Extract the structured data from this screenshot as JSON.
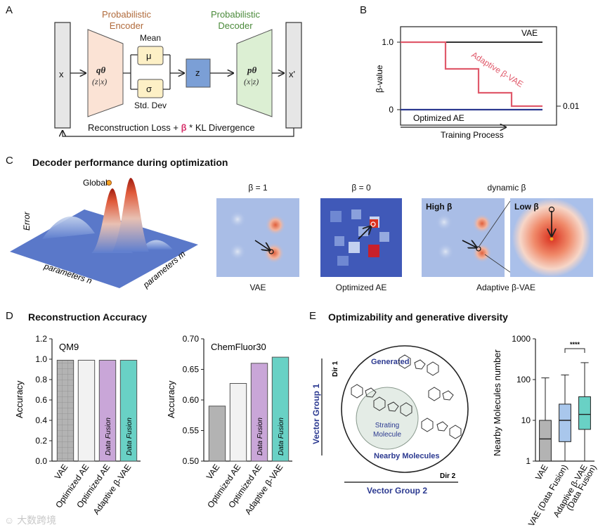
{
  "panels": {
    "a": "A",
    "b": "B",
    "c": "C",
    "d": "D",
    "e": "E"
  },
  "panel_a": {
    "encoder_title": "Probabilistic\nEncoder",
    "decoder_title": "Probabilistic\nDecoder",
    "input": "x",
    "output": "x'",
    "encoder_label": "qθ",
    "encoder_sub": "(z|x)",
    "decoder_label": "pθ",
    "decoder_sub": "(x|z)",
    "mean_label": "Mean",
    "mu": "μ",
    "sigma": "σ",
    "std_label": "Std. Dev",
    "z": "z",
    "loss_text_1": "Reconstruction Loss + ",
    "loss_beta": "β",
    "loss_text_2": " * KL Divergence",
    "colors": {
      "encoder": "#fbe3d5",
      "decoder": "#dcefd3",
      "latent": "#7b9fd6",
      "mu_sigma": "#fdf0c6",
      "beta": "#d6336c"
    }
  },
  "panel_b": {
    "ylabel": "β-value",
    "xlabel": "Training Process",
    "ytick_1": "1.0",
    "ytick_0": "0",
    "right_tick": "0.01",
    "vae": "VAE",
    "adaptive": "Adaptive β-VAE",
    "optimized": "Optimized AE",
    "colors": {
      "vae": "#333333",
      "adaptive": "#e05a6b",
      "optimized": "#2b3990"
    }
  },
  "panel_c": {
    "title": "Decoder performance during optimization",
    "global": "Global",
    "error": "Error",
    "param_n": "parameters n",
    "param_m": "parameters m",
    "beta1": "β = 1",
    "beta0": "β = 0",
    "dynamic": "dynamic β",
    "high_beta": "High β",
    "low_beta": "Low β",
    "vae_lab": "VAE",
    "opt_lab": "Optimized AE",
    "adapt_lab": "Adaptive β-VAE"
  },
  "panel_d": {
    "title": "Reconstruction Accuracy",
    "ylabel": "Accuracy",
    "data_fusion": "Data Fusion",
    "chart_data": [
      {
        "type": "bar",
        "title": "QM9",
        "categories": [
          "VAE",
          "Optimized AE",
          "Optimized AE",
          "Adaptive β-VAE"
        ],
        "values": [
          0.99,
          0.99,
          0.99,
          0.99
        ],
        "ylabel": "Accuracy",
        "ylim": [
          0,
          1.2
        ],
        "yticks": [
          "0.0",
          "0.2",
          "0.4",
          "0.6",
          "0.8",
          "1.0",
          "1.2"
        ],
        "colors": [
          "#b3b3b3",
          "#f2f2f2",
          "#c9a6d8",
          "#69d1c5"
        ]
      },
      {
        "type": "bar",
        "title": "ChemFluor30",
        "categories": [
          "VAE",
          "Optimized AE",
          "Optimized AE",
          "Adaptive β-VAE"
        ],
        "values": [
          0.59,
          0.627,
          0.66,
          0.67
        ],
        "ylabel": "Accuracy",
        "ylim": [
          0.5,
          0.7
        ],
        "yticks": [
          "0.50",
          "0.55",
          "0.60",
          "0.65",
          "0.70"
        ],
        "colors": [
          "#b3b3b3",
          "#f2f2f2",
          "#c9a6d8",
          "#69d1c5"
        ]
      }
    ]
  },
  "panel_e": {
    "title": "Optimizability and generative diversity",
    "generated": "Generated",
    "strating": "Strating\nMolecule",
    "nearby": "Nearby Molecules",
    "dir1": "Dir 1",
    "dir2": "Dir 2",
    "vg1": "Vector Group 1",
    "vg2": "Vector Group 2",
    "sig": "****",
    "chart_data": {
      "type": "box",
      "ylabel": "Nearby Molecules number",
      "yscale": "log",
      "ylim": [
        1,
        1000
      ],
      "yticks": [
        "1",
        "10",
        "100",
        "1000"
      ],
      "categories": [
        "VAE",
        "VAE (Data Fusion)",
        "Adaptive β-VAE\n(Data Fusion)"
      ],
      "boxes": [
        {
          "min": 1,
          "q1": 1,
          "median": 3.5,
          "q3": 10,
          "max": 110,
          "color": "#b3b3b3"
        },
        {
          "min": 1,
          "q1": 3,
          "median": 10,
          "q3": 25,
          "max": 130,
          "color": "#a9c7ec"
        },
        {
          "min": 1,
          "q1": 6,
          "median": 14,
          "q3": 38,
          "max": 260,
          "color": "#69d1c5"
        }
      ]
    }
  },
  "watermark": "大数跨境"
}
